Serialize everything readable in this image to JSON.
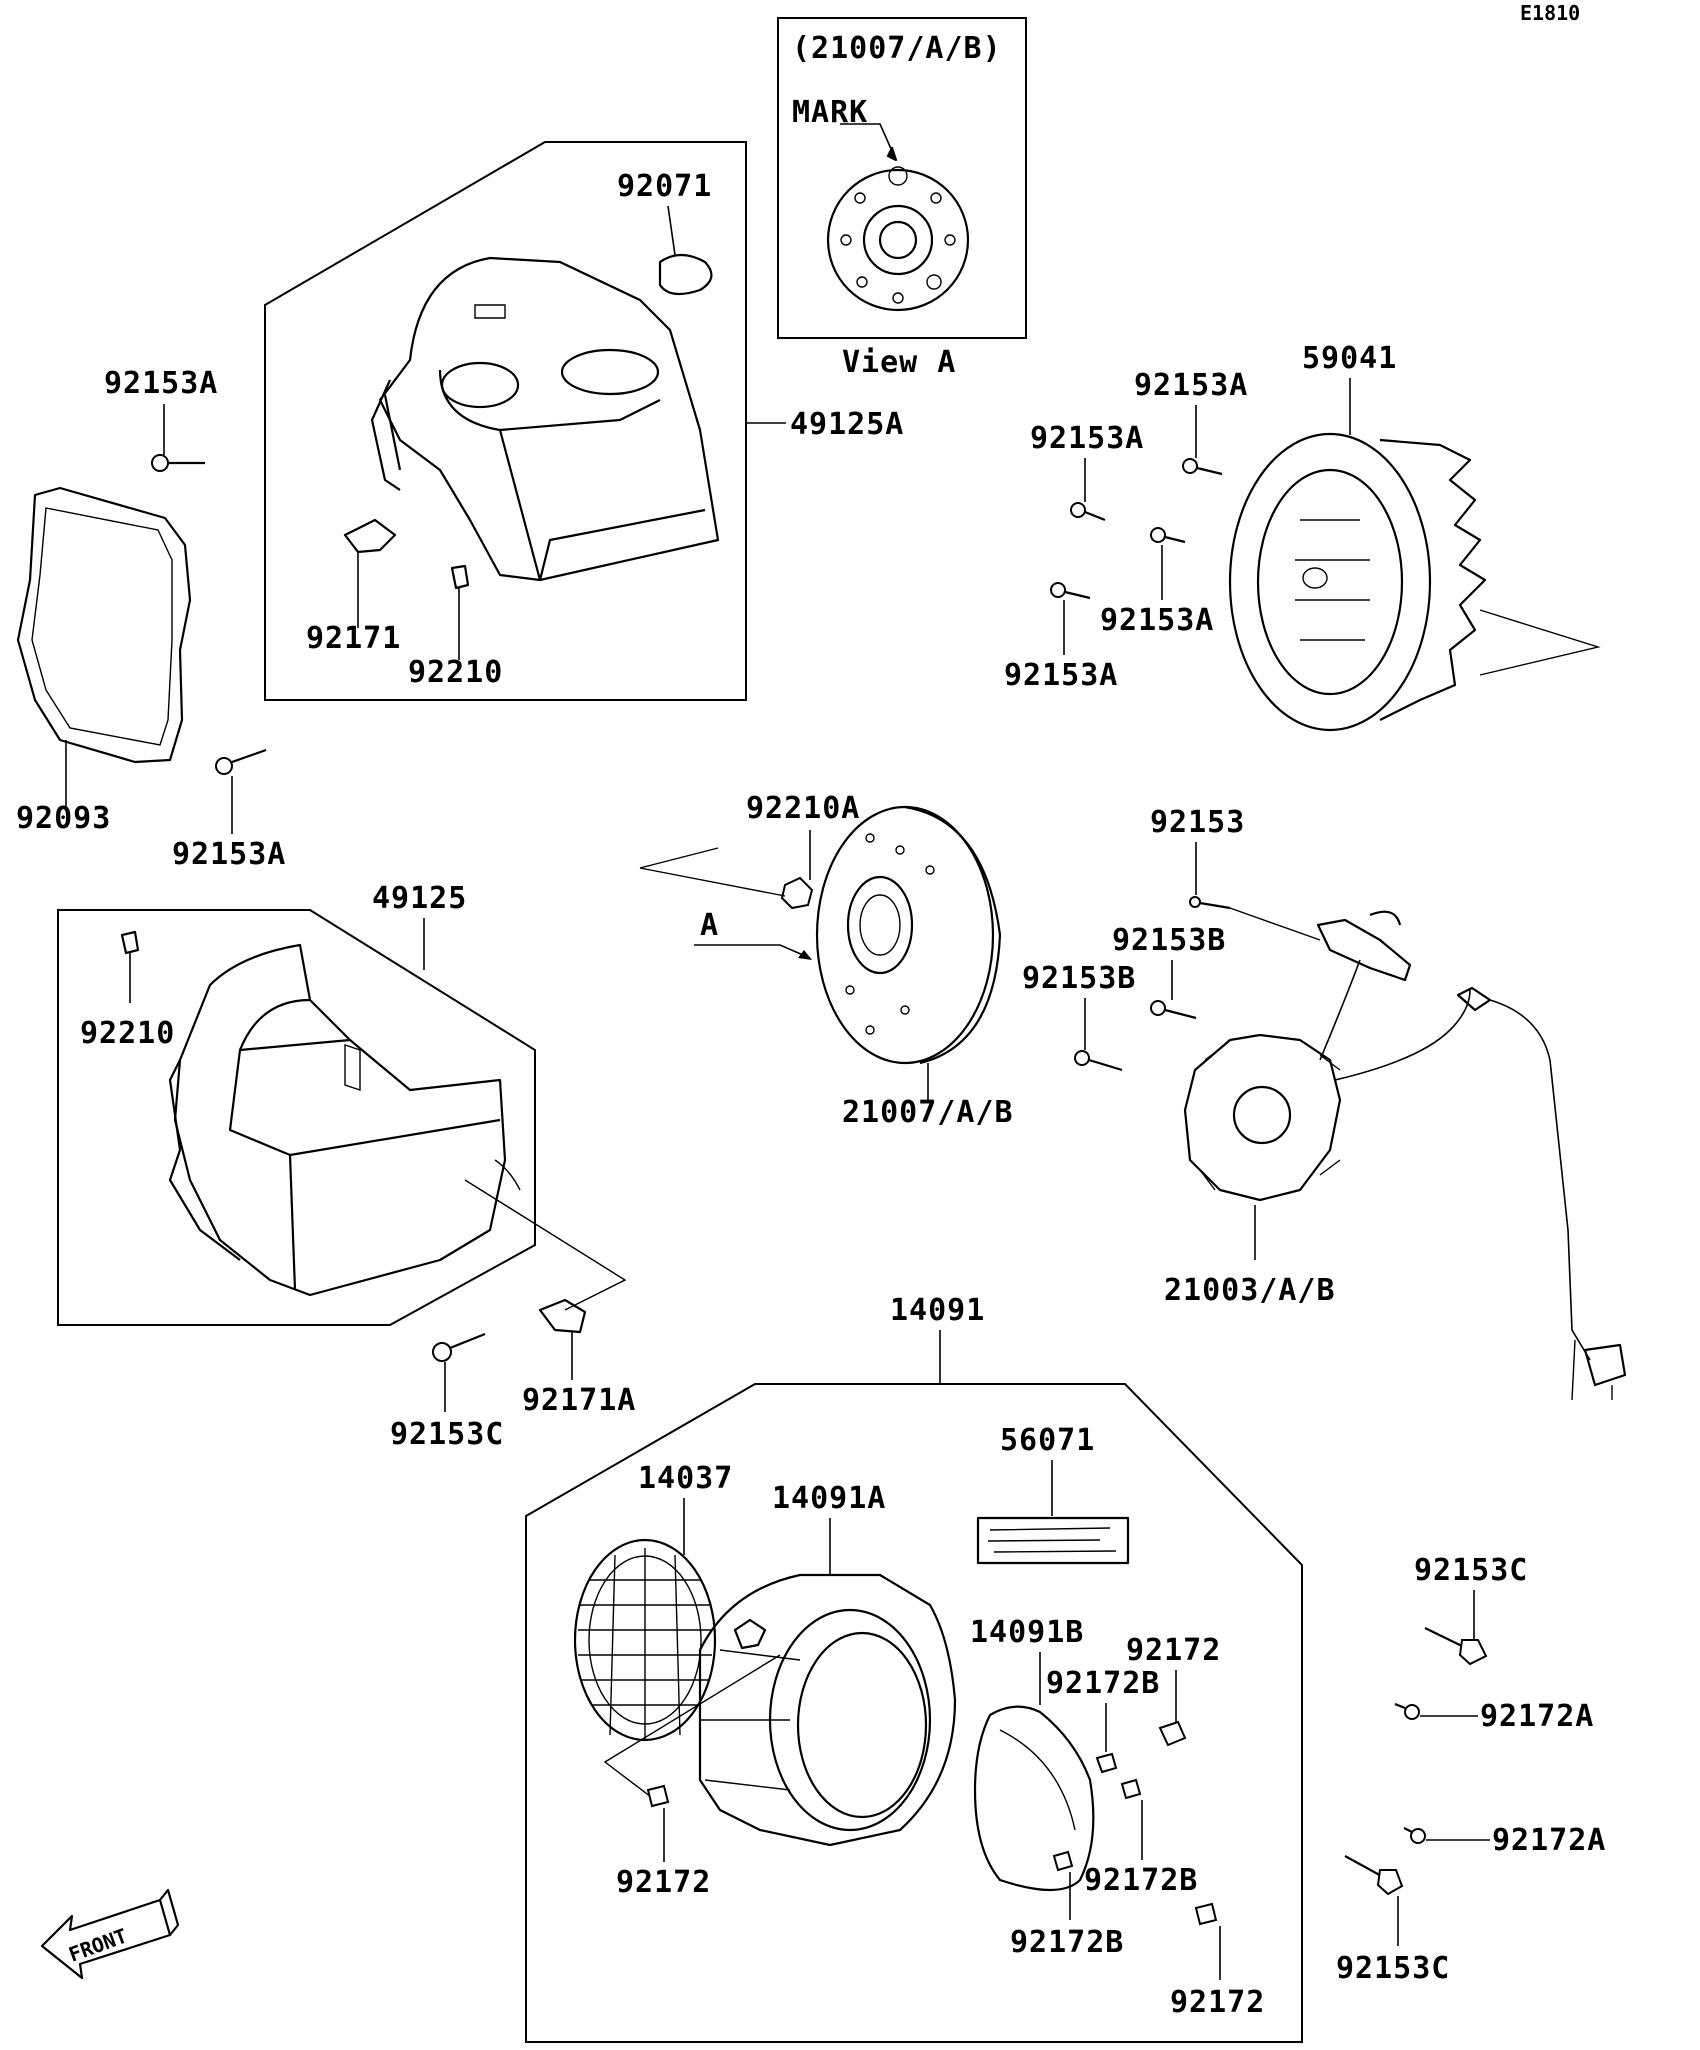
{
  "diagram_code": "E1810",
  "view_a": {
    "title": "(21007/A/B)",
    "mark_label": "MARK",
    "caption": "View A"
  },
  "labels": {
    "p92071": "92071",
    "p49125A": "49125A",
    "p92171": "92171",
    "p92210_top": "92210",
    "p92153A_left1": "92153A",
    "p92093": "92093",
    "p92153A_left2": "92153A",
    "p49125": "49125",
    "p92210_left": "92210",
    "p92153C_left": "92153C",
    "p92171A": "92171A",
    "p59041": "59041",
    "p92153A_r1": "92153A",
    "p92153A_r2": "92153A",
    "p92153A_r3": "92153A",
    "p92153A_r4": "92153A",
    "p92210A": "92210A",
    "p_A": "A",
    "p21007": "21007/A/B",
    "p92153": "92153",
    "p92153B_1": "92153B",
    "p92153B_2": "92153B",
    "p21003": "21003/A/B",
    "p14091": "14091",
    "p56071": "56071",
    "p14037": "14037",
    "p14091A": "14091A",
    "p14091B": "14091B",
    "p92172_top": "92172",
    "p92172B_1": "92172B",
    "p92172B_2": "92172B",
    "p92172B_3": "92172B",
    "p92172_left": "92172",
    "p92172_bottom": "92172",
    "p92153C_r1": "92153C",
    "p92172A_1": "92172A",
    "p92172A_2": "92172A",
    "p92153C_r2": "92153C"
  },
  "front_label": "FRONT"
}
